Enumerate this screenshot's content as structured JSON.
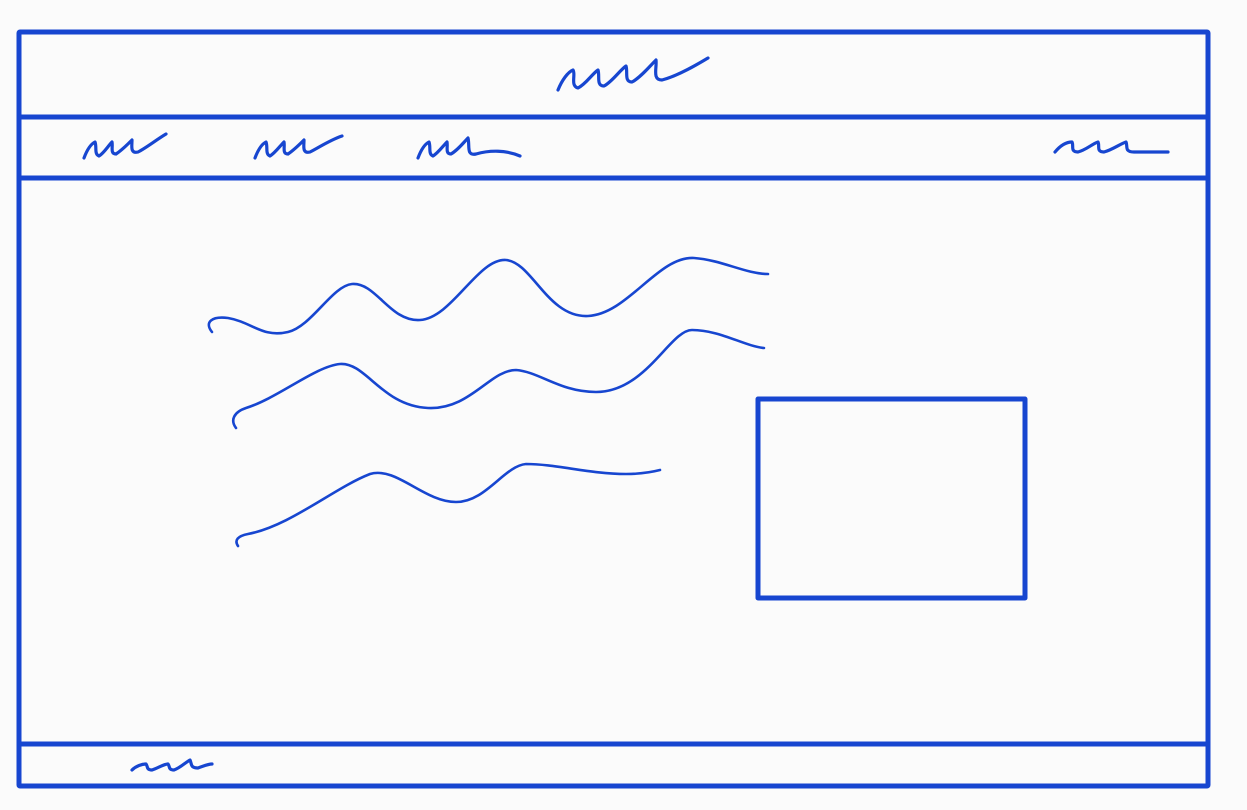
{
  "sketch": {
    "kind": "website-wireframe",
    "ink_color": "#1746d0",
    "background_color": "#fbfbfb",
    "regions": {
      "header": {
        "content": "placeholder-scribble"
      },
      "nav_bar": {
        "items": 4,
        "content": "placeholder-scribble"
      },
      "main": {
        "text_block_lines": 3,
        "image_placeholder": "empty-rectangle"
      },
      "footer": {
        "content": "placeholder-scribble"
      }
    }
  }
}
